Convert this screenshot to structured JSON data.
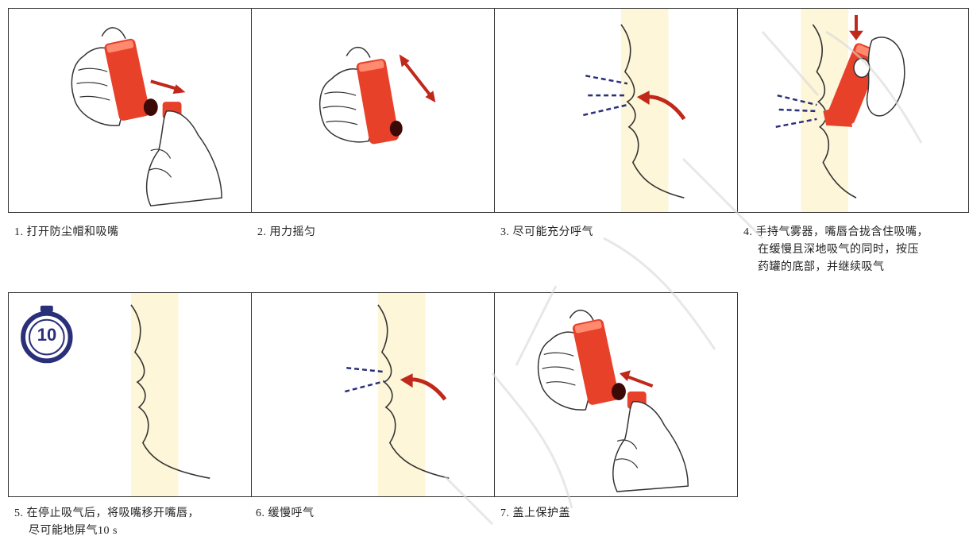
{
  "steps": [
    {
      "label": "1. 打开防尘帽和吸嘴"
    },
    {
      "label": "2. 用力摇匀"
    },
    {
      "label": "3. 尽可能充分呼气"
    },
    {
      "line1": "4. 手持气雾器，嘴唇合拢含住吸嘴，",
      "line2": "在缓慢且深地吸气的同时，按压",
      "line3": "药罐的底部，并继续吸气"
    },
    {
      "line1": "5. 在停止吸气后，将吸嘴移开嘴唇，",
      "line2": "尽可能地屏气10 s"
    },
    {
      "label": "6. 缓慢呼气"
    },
    {
      "label": "7. 盖上保护盖"
    }
  ],
  "timer": {
    "value": "10"
  },
  "colors": {
    "inhaler": "#e8412a",
    "arrow": "#c0281c",
    "breath": "#2a2f7a",
    "skin": "#fdf6d8"
  }
}
